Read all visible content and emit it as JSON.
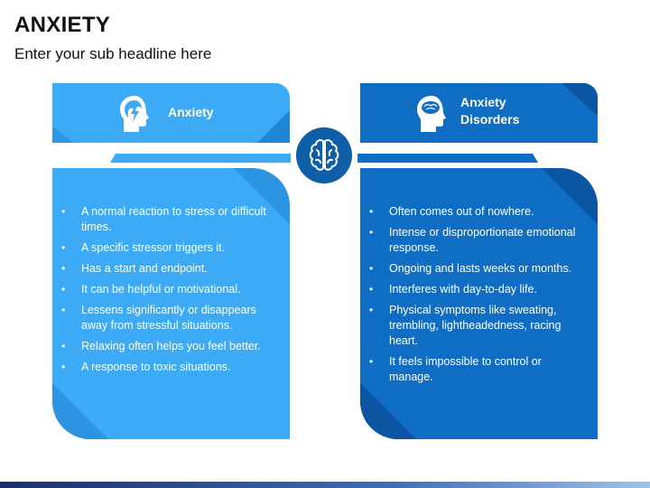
{
  "title": "ANXIETY",
  "subtitle": "Enter your sub headline here",
  "left": {
    "header": "Anxiety",
    "color": "#3daaf5",
    "items": [
      "A normal reaction to stress or difficult times.",
      "A specific stressor triggers it.",
      "Has a start and endpoint.",
      "It can be helpful or motivational.",
      "Lessens significantly or disappears away from stressful situations.",
      "Relaxing often helps you feel better.",
      "A response to toxic situations."
    ]
  },
  "right": {
    "header_line1": "Anxiety",
    "header_line2": "Disorders",
    "color": "#0f6dc4",
    "items": [
      "Often comes out of nowhere.",
      "Intense or disproportionate emotional response.",
      "Ongoing and lasts weeks or months.",
      "Interferes with day-to-day life.",
      "Physical symptoms like sweating, trembling, lightheadedness, racing heart.",
      "It feels impossible to control or manage."
    ]
  },
  "icons": {
    "left_header": "head-lightning-icon",
    "right_header": "head-brain-icon",
    "center": "brain-icon"
  }
}
